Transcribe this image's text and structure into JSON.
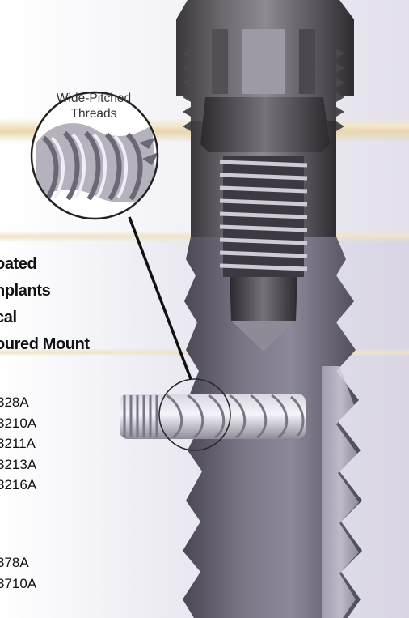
{
  "title_lines": [
    "oated",
    "nplants",
    "cal",
    "oured Mount"
  ],
  "codes_group_1": [
    "328A",
    "3210A",
    "3211A",
    "3213A",
    "3216A"
  ],
  "codes_group_2": [
    "378A",
    "3710A"
  ],
  "callout": {
    "line1": "Wide-Pitched",
    "line2": "Threads"
  },
  "icons": {
    "implant": "implant-screw-illustration",
    "magnifier": "magnifier-circle-icon"
  }
}
